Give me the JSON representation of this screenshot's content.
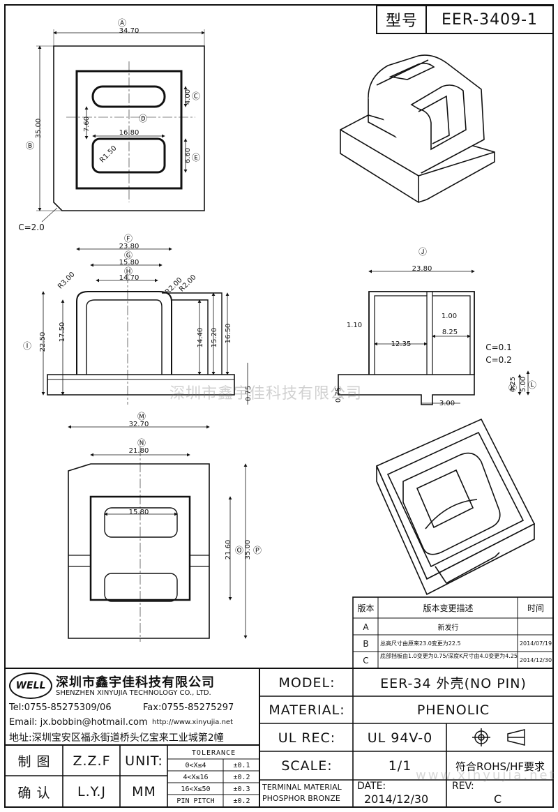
{
  "header": {
    "model_label": "型号",
    "model_value": "EER-3409-1"
  },
  "top_view": {
    "markers": {
      "A": "Ⓐ",
      "B": "Ⓑ",
      "C": "Ⓒ",
      "D": "Ⓓ",
      "E": "Ⓔ"
    },
    "dims": {
      "width": "34.70",
      "height": "35.00",
      "slot_h": "4.00",
      "pitch": "7.60",
      "window_w": "16.80",
      "window_h": "6.60",
      "radius": "R1.50",
      "chamfer": "C=2.0"
    }
  },
  "front_view": {
    "markers": {
      "F": "Ⓕ",
      "G": "Ⓖ",
      "H": "Ⓗ",
      "I": "Ⓘ"
    },
    "dims": {
      "outer": "23.80",
      "mid": "15.80",
      "inner": "14.70",
      "r_left": "R3.00",
      "r_right1": "R2.00",
      "r_right2": "R2.00",
      "total_h": "22.50",
      "body_h": "17.50",
      "h1": "14.40",
      "h2": "15.20",
      "h3": "16.50",
      "base_t": "0.75"
    }
  },
  "side_view": {
    "markers": {
      "J": "Ⓙ",
      "K": "Ⓚ",
      "L": "Ⓛ"
    },
    "dims": {
      "width": "23.80",
      "wall": "1.10",
      "rib": "1.00",
      "left_w": "12.35",
      "right_w": "8.25",
      "c1": "C=0.1",
      "c2": "C=0.2",
      "base_t": "0.75",
      "h1": "4.25",
      "h2": "5.00",
      "foot": "3.00"
    }
  },
  "bottom_view": {
    "markers": {
      "M": "Ⓜ",
      "N": "Ⓝ",
      "O": "Ⓞ",
      "P": "Ⓟ"
    },
    "dims": {
      "outer_w": "32.70",
      "inner_w": "21.80",
      "window_w": "15.80",
      "inner_h": "21.60",
      "outer_h": "35.00"
    }
  },
  "watermark": "深圳市鑫宇佳科技有限公司",
  "watermark_url": "www.xinyujia.net",
  "revisions": {
    "headers": [
      "版本",
      "版本变更描述",
      "时间"
    ],
    "rows": [
      {
        "rev": "A",
        "desc": "新发行",
        "date": ""
      },
      {
        "rev": "B",
        "desc": "总高尺寸由原来23.0变更为22.5",
        "date": "2014/07/19"
      },
      {
        "rev": "C",
        "desc": "底部挡板由1.0变更为0.75/深度K尺寸由4.0变更为4.25",
        "date": "2014/12/30"
      }
    ]
  },
  "company": {
    "logo": "WELL",
    "name_cn": "深圳市鑫宇佳科技有限公司",
    "name_en": "SHENZHEN XINYUJIA TECHNOLOGY CO., LTD.",
    "tel": "Tel:0755-85275309/06",
    "fax": "Fax:0755-85275297",
    "email": "Email: jx.bobbin@hotmail.com",
    "web": "http://www.xinyujia.net",
    "address": "地址:深圳宝安区福永街道桥头亿宝来工业城第2幢"
  },
  "titleblock": {
    "model_label": "MODEL:",
    "model_value": "EER-34 外壳(NO PIN)",
    "material_label": "MATERIAL:",
    "material_value": "PHENOLIC",
    "ulrec_label": "UL REC:",
    "ulrec_value": "UL 94V-0",
    "scale_label": "SCALE:",
    "scale_value": "1/1",
    "rohs": "符合ROHS/HF要求",
    "drawn_label": "制 图",
    "drawn_value": "Z.Z.F",
    "check_label": "确 认",
    "check_value": "L.Y.J",
    "unit_label": "UNIT:",
    "unit_value": "MM",
    "tolerance_title": "TOLERANCE",
    "tolerances": [
      {
        "range": "0<X≤4",
        "tol": "±0.1"
      },
      {
        "range": "4<X≤16",
        "tol": "±0.2"
      },
      {
        "range": "16<X≤50",
        "tol": "±0.3"
      },
      {
        "range": "PIN PITCH",
        "tol": "±0.2"
      }
    ],
    "terminal_label": "TERMINAL MATERIAL",
    "terminal_value": "PHOSPHOR BRONZE",
    "date_label": "DATE:",
    "date_value": "2014/12/30",
    "rev_label": "REV:",
    "rev_value": "C"
  }
}
